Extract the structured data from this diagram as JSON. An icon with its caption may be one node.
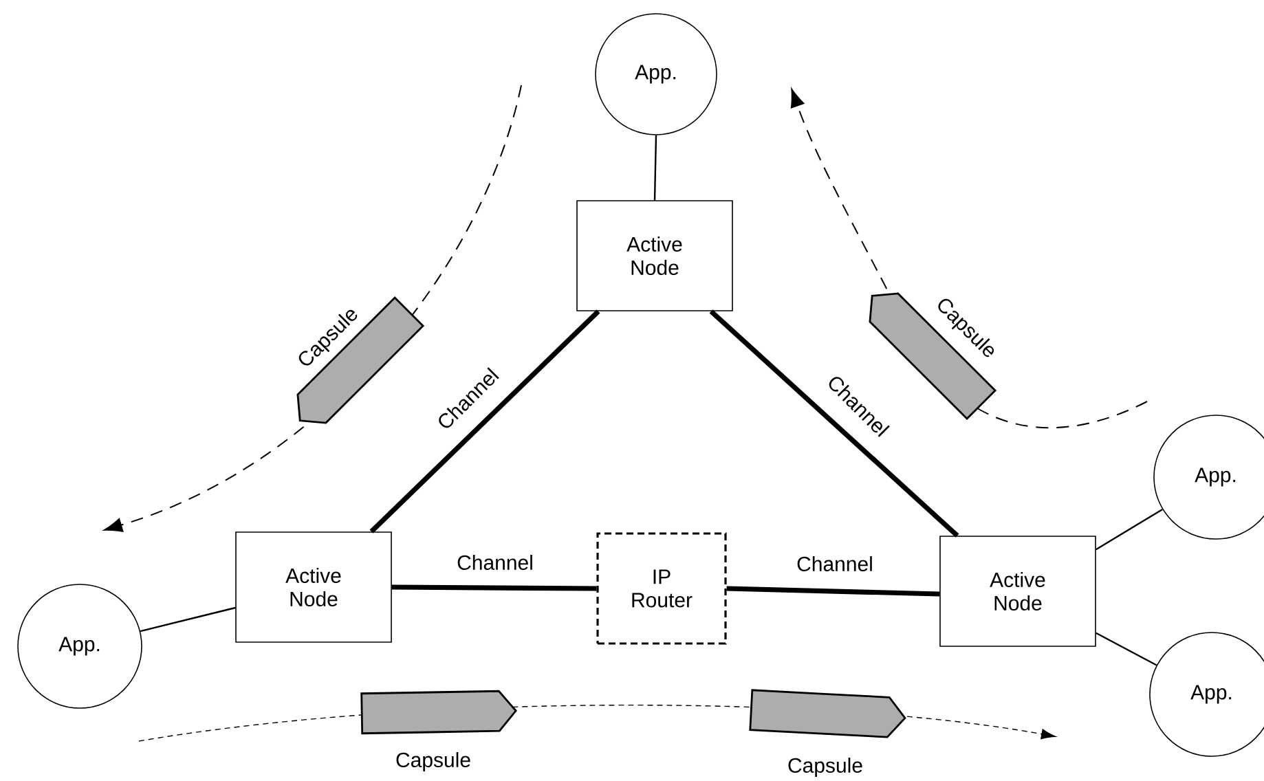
{
  "diagram": {
    "nodes": [
      {
        "text": [
          "App."
        ]
      },
      {
        "text": [
          "Active Node"
        ]
      },
      {
        "text": [
          "Active Node"
        ]
      },
      {
        "text": [
          "IP Router"
        ]
      },
      {
        "text": [
          "Active Node"
        ]
      },
      {
        "text": [
          "App."
        ]
      },
      {
        "text": [
          "App."
        ]
      },
      {
        "text": [
          "App."
        ]
      },
      {
        "text": [
          "Capsule"
        ]
      },
      {
        "text": [
          "Capsule"
        ]
      },
      {
        "text": [
          "Capsule"
        ]
      },
      {
        "text": [
          "Capsule"
        ]
      }
    ],
    "edges": [
      {
        "from": 0,
        "to": 1,
        "arrow": "none"
      },
      {
        "from": 1,
        "to": 2,
        "arrow": "none",
        "label": "Channel",
        "style": "thick"
      },
      {
        "from": 1,
        "to": 4,
        "arrow": "none",
        "label": "Channel",
        "style": "thick"
      },
      {
        "from": 2,
        "to": 3,
        "arrow": "none",
        "label": "Channel",
        "style": "thick"
      },
      {
        "from": 3,
        "to": 4,
        "arrow": "none",
        "label": "Channel",
        "style": "thick"
      },
      {
        "from": 2,
        "to": 5,
        "arrow": "none"
      },
      {
        "from": 4,
        "to": 6,
        "arrow": "none"
      },
      {
        "from": 4,
        "to": 7,
        "arrow": "none"
      }
    ]
  }
}
